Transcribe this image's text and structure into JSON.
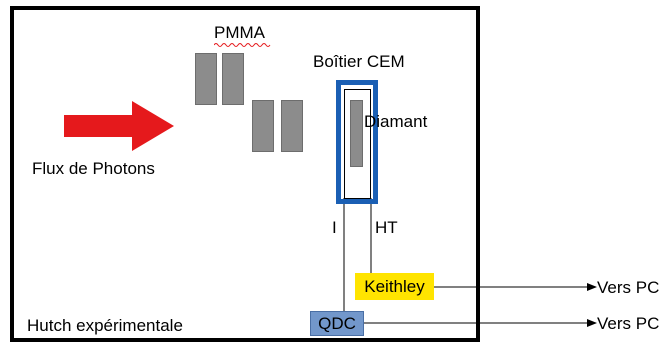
{
  "labels": {
    "pmma": "PMMA",
    "boitier": "Boîtier CEM",
    "diamant": "Diamant",
    "flux": "Flux de Photons",
    "i_label": "I",
    "ht_label": "HT",
    "keithley": "Keithley",
    "qdc": "QDC",
    "hutch": "Hutch expérimentale",
    "vers_pc_1": "Vers PC",
    "vers_pc_2": "Vers PC"
  },
  "colors": {
    "beam_arrow": "#e5191c",
    "cem_box": "#1a5fb4",
    "keithley": "#ffe400",
    "qdc": "#7297cb",
    "plates": "#8c8c8c"
  },
  "icons": {
    "beam": "red-arrow-right"
  }
}
